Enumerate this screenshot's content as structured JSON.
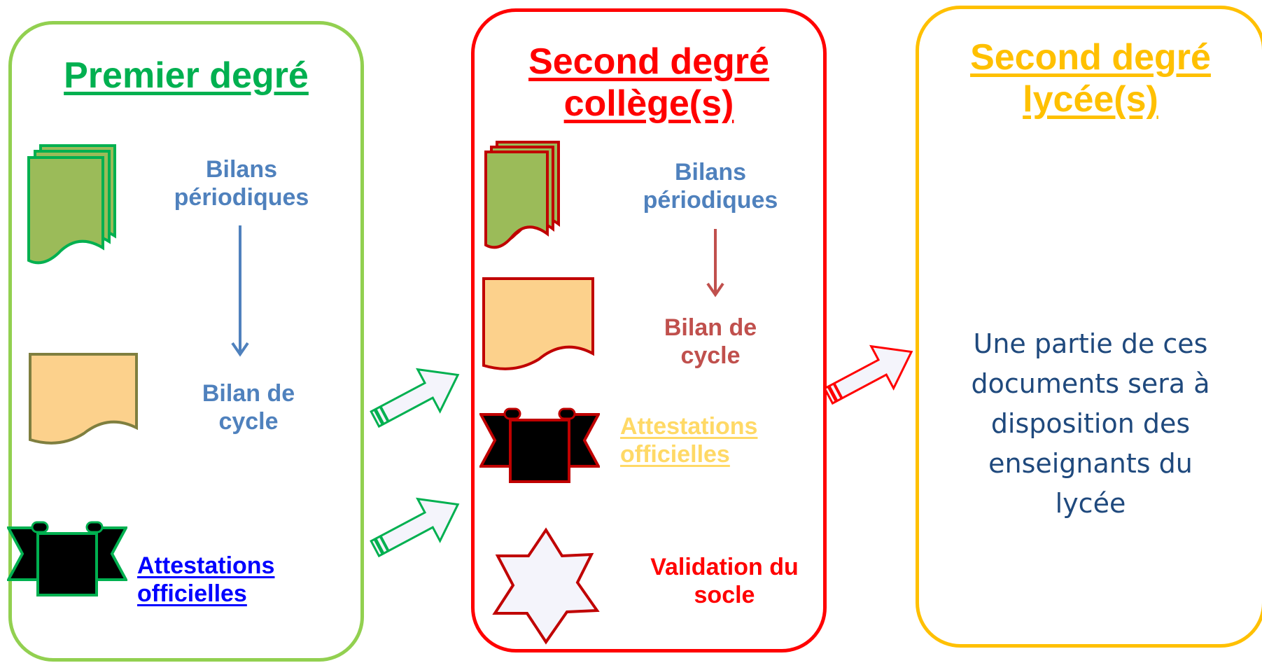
{
  "panels": {
    "primary": {
      "title": "Premier degré",
      "bilans_periodiques": [
        "Bilans",
        "périodiques"
      ],
      "bilan_cycle": [
        "Bilan de",
        "cycle"
      ],
      "attestations": [
        "Attestations",
        "officielles"
      ]
    },
    "college": {
      "title": [
        "Second degré",
        "collège(s)"
      ],
      "bilans_periodiques": [
        "Bilans",
        "périodiques"
      ],
      "bilan_cycle": [
        "Bilan de",
        "cycle"
      ],
      "attestations": [
        "Attestations",
        "officielles"
      ],
      "validation": [
        "Validation du",
        "socle"
      ]
    },
    "lycee": {
      "title": [
        "Second degré",
        "lycée(s)"
      ],
      "note": [
        "Une partie de ces",
        "documents sera à",
        "disposition des",
        "enseignants du",
        "lycée"
      ]
    }
  },
  "colors": {
    "primary_border": "#92d050",
    "college_border": "#ff0000",
    "lycee_border": "#ffc000",
    "label_blue": "#4f81bd",
    "link_blue": "#0000ff",
    "attest_gold": "#ffd966",
    "validation_red": "#ff0000",
    "note_navy": "#1f497d",
    "doc_green": "#9bbb59",
    "doc_orange": "#fcd18c"
  },
  "icons": [
    "document-stack-icon",
    "document-icon",
    "ribbon-banner-icon",
    "star-seal-icon",
    "block-arrow-icon"
  ]
}
